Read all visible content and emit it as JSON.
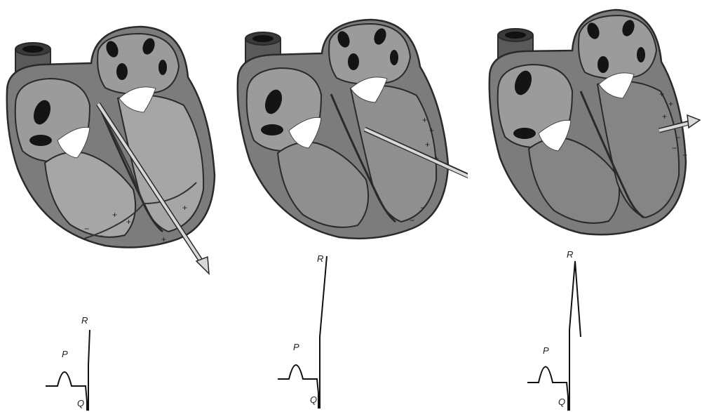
{
  "panels": [
    {
      "labels": {
        "r": "R",
        "p": "P",
        "q": "Q"
      }
    },
    {
      "labels": {
        "r": "R",
        "p": "P",
        "q": "Q"
      }
    },
    {
      "labels": {
        "r": "R",
        "p": "P",
        "q": "Q"
      }
    }
  ],
  "colors": {
    "myocardium": "#7c7c7c",
    "chamber": "#a6a6a6",
    "ventricle_inner": "#8f8f8f",
    "vessel": "#5a5a5a",
    "dark_spot": "#141414",
    "valve": "#ffffff",
    "outline": "#2a2a2a",
    "vector_arrow": "#d8d8d8",
    "trace": "#111111"
  }
}
